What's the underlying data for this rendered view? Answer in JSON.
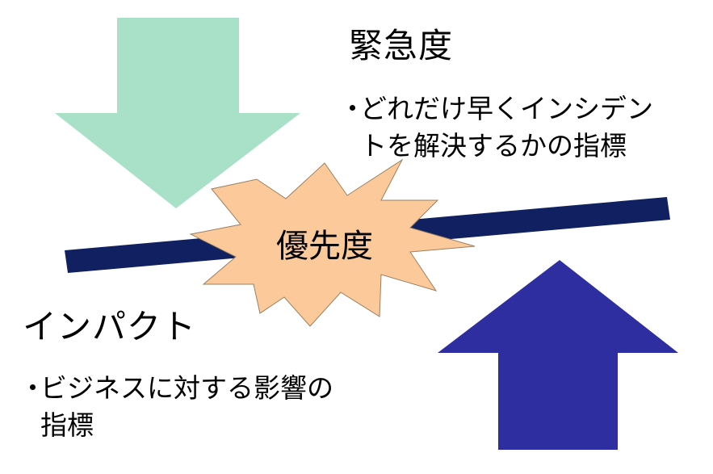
{
  "urgency": {
    "title": "緊急度",
    "bullet": "・",
    "description_lines": [
      "どれだけ早くインシデン",
      "トを解決するかの指標"
    ],
    "arrow_color": "#a8e0c8"
  },
  "impact": {
    "title": "インパクト",
    "bullet": "・",
    "description_lines": [
      "ビジネスに対する影響の",
      "指標"
    ],
    "arrow_color": "#2e2ea0"
  },
  "priority": {
    "label": "優先度",
    "burst_color": "#fbc99a"
  },
  "axis_bar_color": "#102060"
}
